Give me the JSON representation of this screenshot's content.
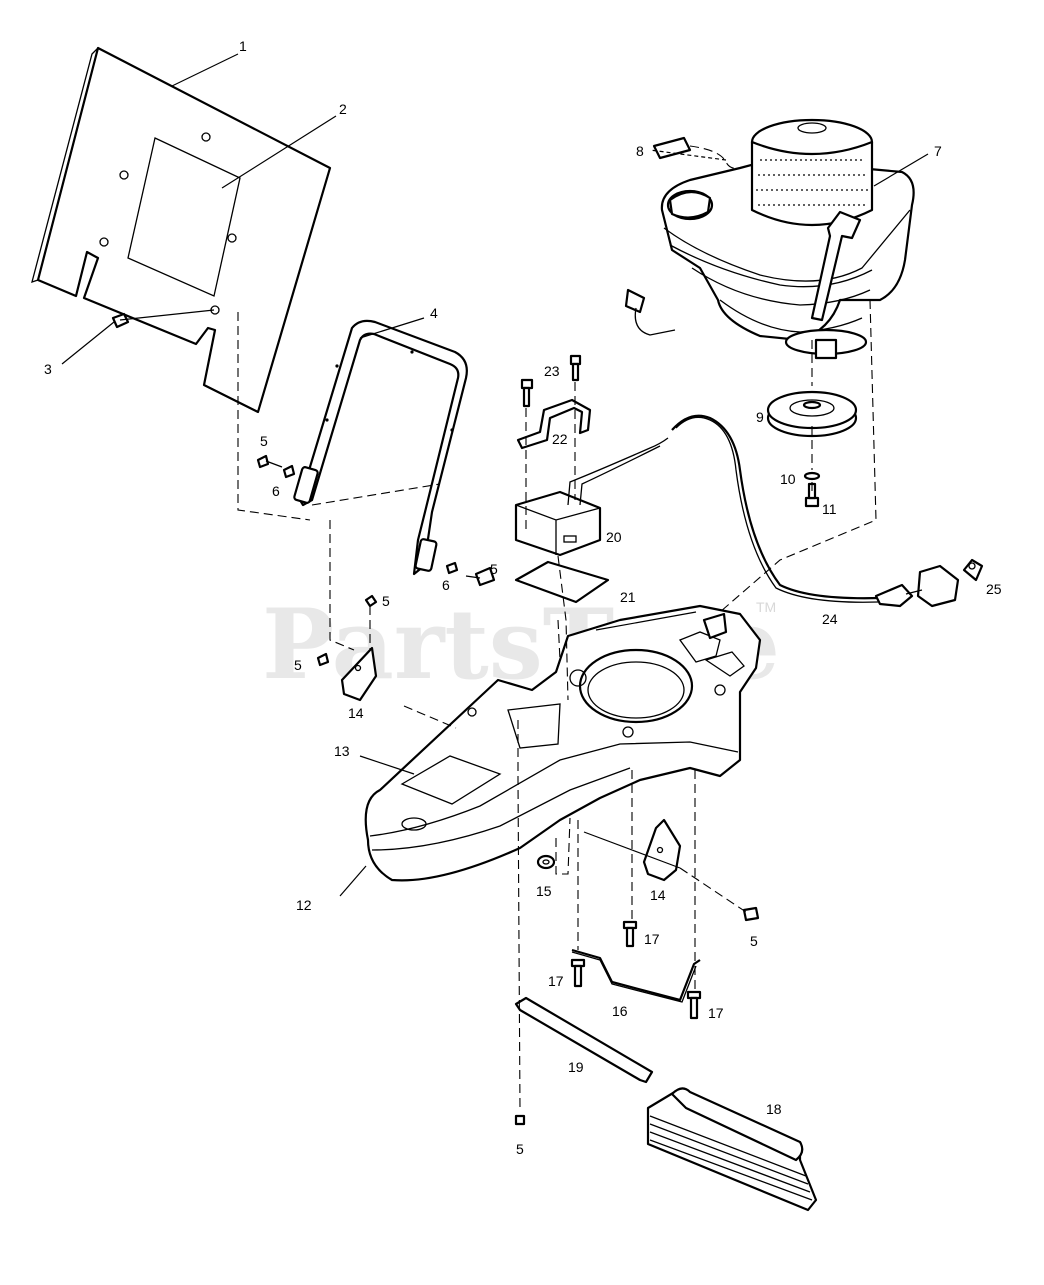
{
  "watermark": {
    "text": "PartsTree",
    "mark": "TM"
  },
  "callouts": [
    {
      "id": "c1",
      "text": "1"
    },
    {
      "id": "c2",
      "text": "2"
    },
    {
      "id": "c3",
      "text": "3"
    },
    {
      "id": "c4",
      "text": "4"
    },
    {
      "id": "c5a",
      "text": "5"
    },
    {
      "id": "c6a",
      "text": "6"
    },
    {
      "id": "c5b",
      "text": "5"
    },
    {
      "id": "c6b",
      "text": "6"
    },
    {
      "id": "c5c",
      "text": "5"
    },
    {
      "id": "c5d",
      "text": "5"
    },
    {
      "id": "c7",
      "text": "7"
    },
    {
      "id": "c8",
      "text": "8"
    },
    {
      "id": "c9",
      "text": "9"
    },
    {
      "id": "c10",
      "text": "10"
    },
    {
      "id": "c11",
      "text": "11"
    },
    {
      "id": "c12",
      "text": "12"
    },
    {
      "id": "c13",
      "text": "13"
    },
    {
      "id": "c14a",
      "text": "14"
    },
    {
      "id": "c14b",
      "text": "14"
    },
    {
      "id": "c15",
      "text": "15"
    },
    {
      "id": "c5e",
      "text": "5"
    },
    {
      "id": "c16",
      "text": "16"
    },
    {
      "id": "c17a",
      "text": "17"
    },
    {
      "id": "c17b",
      "text": "17"
    },
    {
      "id": "c17c",
      "text": "17"
    },
    {
      "id": "c18",
      "text": "18"
    },
    {
      "id": "c19",
      "text": "19"
    },
    {
      "id": "c5f",
      "text": "5"
    },
    {
      "id": "c20",
      "text": "20"
    },
    {
      "id": "c21",
      "text": "21"
    },
    {
      "id": "c22",
      "text": "22"
    },
    {
      "id": "c23",
      "text": "23"
    },
    {
      "id": "c24",
      "text": "24"
    },
    {
      "id": "c25",
      "text": "25"
    }
  ]
}
